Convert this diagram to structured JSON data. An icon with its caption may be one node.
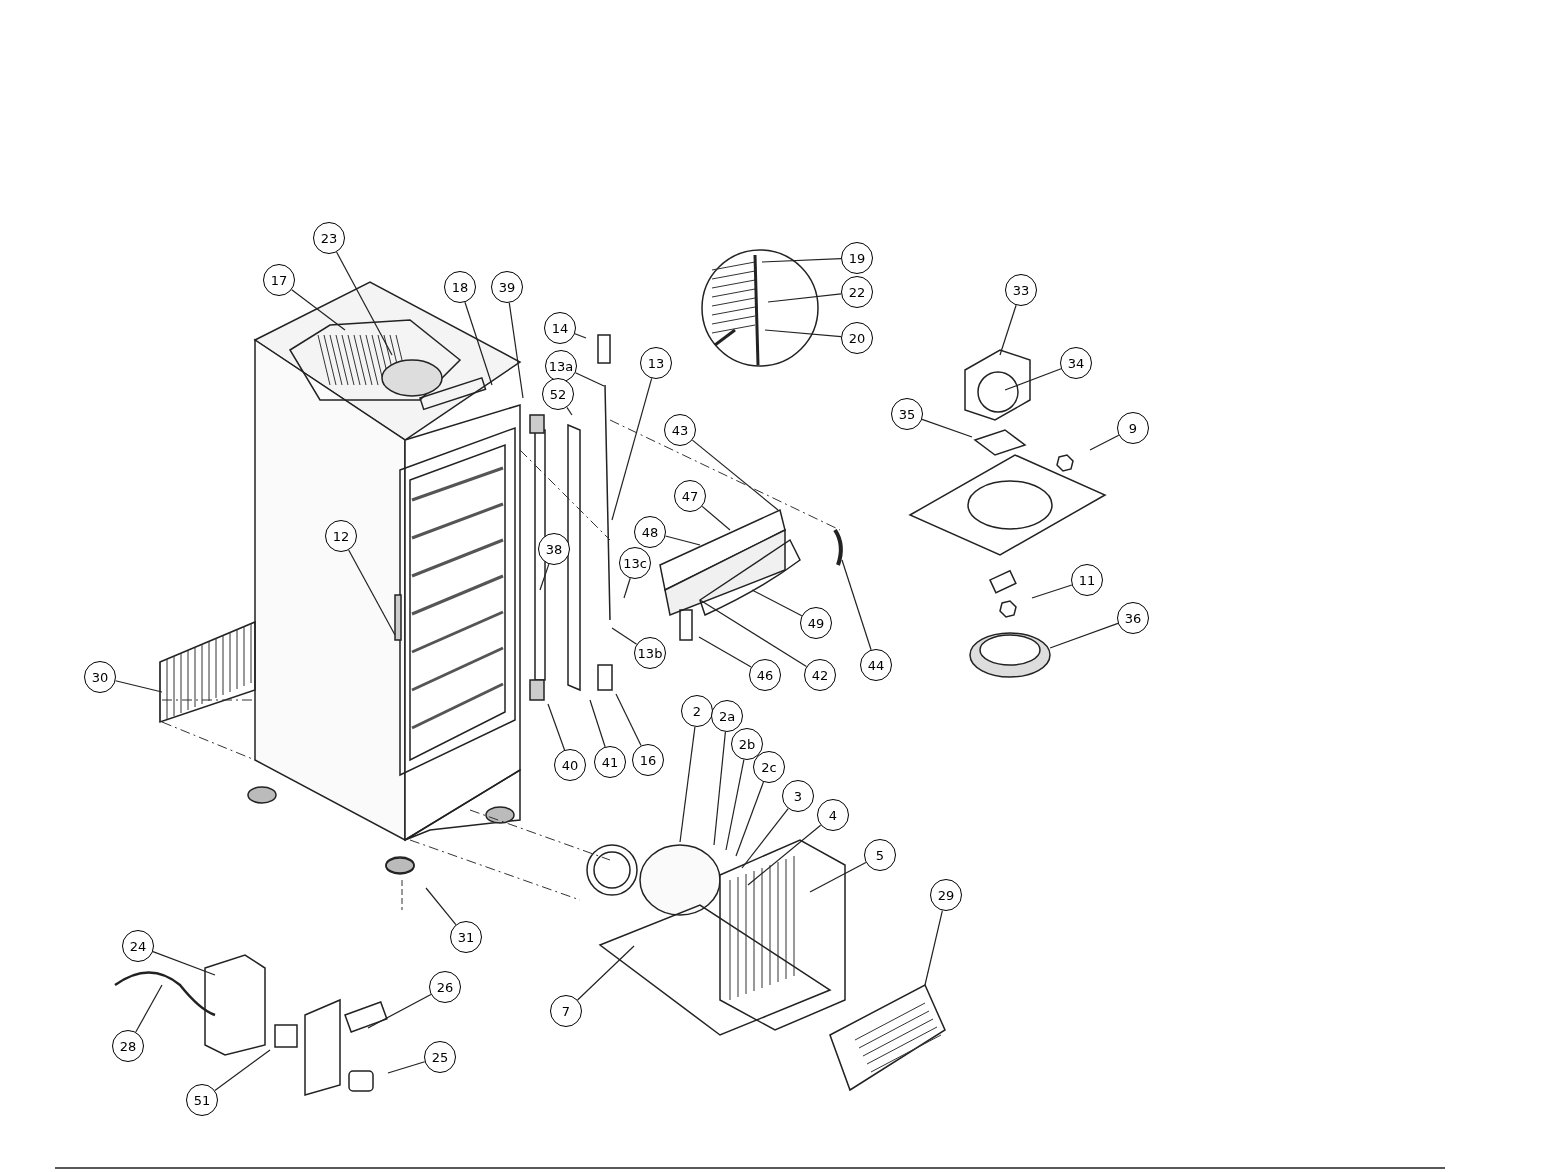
{
  "diagram": {
    "nodes": [
      {
        "text": [
          "23"
        ]
      },
      {
        "text": [
          "19"
        ]
      },
      {
        "text": [
          "17"
        ]
      },
      {
        "text": [
          "18"
        ]
      },
      {
        "text": [
          "39"
        ]
      },
      {
        "text": [
          "33"
        ]
      },
      {
        "text": [
          "22"
        ]
      },
      {
        "text": [
          "14"
        ]
      },
      {
        "text": [
          "20"
        ]
      },
      {
        "text": [
          "13"
        ]
      },
      {
        "text": [
          "34"
        ]
      },
      {
        "text": [
          "13a"
        ]
      },
      {
        "text": [
          "52"
        ]
      },
      {
        "text": [
          "35"
        ]
      },
      {
        "text": [
          "9"
        ]
      },
      {
        "text": [
          "43"
        ]
      },
      {
        "text": [
          "47"
        ]
      },
      {
        "text": [
          "48"
        ]
      },
      {
        "text": [
          "12"
        ]
      },
      {
        "text": [
          "38"
        ]
      },
      {
        "text": [
          "13c"
        ]
      },
      {
        "text": [
          "11"
        ]
      },
      {
        "text": [
          "36"
        ]
      },
      {
        "text": [
          "49"
        ]
      },
      {
        "text": [
          "13b"
        ]
      },
      {
        "text": [
          "46"
        ]
      },
      {
        "text": [
          "42"
        ]
      },
      {
        "text": [
          "44"
        ]
      },
      {
        "text": [
          "30"
        ]
      },
      {
        "text": [
          "2"
        ]
      },
      {
        "text": [
          "2a"
        ]
      },
      {
        "text": [
          "2b"
        ]
      },
      {
        "text": [
          "2c"
        ]
      },
      {
        "text": [
          "16"
        ]
      },
      {
        "text": [
          "41"
        ]
      },
      {
        "text": [
          "40"
        ]
      },
      {
        "text": [
          "3"
        ]
      },
      {
        "text": [
          "4"
        ]
      },
      {
        "text": [
          "5"
        ]
      },
      {
        "text": [
          "29"
        ]
      },
      {
        "text": [
          "31"
        ]
      },
      {
        "text": [
          "24"
        ]
      },
      {
        "text": [
          "26"
        ]
      },
      {
        "text": [
          "7"
        ]
      },
      {
        "text": [
          "28"
        ]
      },
      {
        "text": [
          "25"
        ]
      },
      {
        "text": [
          "51"
        ]
      }
    ],
    "edges": [
      {
        "from": 0,
        "to": null,
        "arrow": "none"
      },
      {
        "from": 1,
        "to": null,
        "arrow": "none"
      },
      {
        "from": 2,
        "to": null,
        "arrow": "none"
      },
      {
        "from": 3,
        "to": null,
        "arrow": "none"
      },
      {
        "from": 4,
        "to": null,
        "arrow": "none"
      },
      {
        "from": 5,
        "to": null,
        "arrow": "none"
      },
      {
        "from": 6,
        "to": null,
        "arrow": "none"
      },
      {
        "from": 7,
        "to": null,
        "arrow": "none"
      },
      {
        "from": 8,
        "to": null,
        "arrow": "none"
      },
      {
        "from": 9,
        "to": null,
        "arrow": "none"
      },
      {
        "from": 10,
        "to": null,
        "arrow": "none"
      },
      {
        "from": 11,
        "to": null,
        "arrow": "none"
      },
      {
        "from": 12,
        "to": null,
        "arrow": "none"
      },
      {
        "from": 13,
        "to": null,
        "arrow": "none"
      },
      {
        "from": 14,
        "to": null,
        "arrow": "none"
      },
      {
        "from": 15,
        "to": null,
        "arrow": "none"
      },
      {
        "from": 16,
        "to": null,
        "arrow": "none"
      },
      {
        "from": 17,
        "to": null,
        "arrow": "none"
      },
      {
        "from": 18,
        "to": null,
        "arrow": "none"
      },
      {
        "from": 19,
        "to": null,
        "arrow": "none"
      },
      {
        "from": 20,
        "to": null,
        "arrow": "none"
      },
      {
        "from": 21,
        "to": null,
        "arrow": "none"
      },
      {
        "from": 22,
        "to": null,
        "arrow": "none"
      },
      {
        "from": 23,
        "to": null,
        "arrow": "none"
      },
      {
        "from": 24,
        "to": null,
        "arrow": "none"
      },
      {
        "from": 25,
        "to": null,
        "arrow": "none"
      },
      {
        "from": 26,
        "to": null,
        "arrow": "none"
      },
      {
        "from": 27,
        "to": null,
        "arrow": "none"
      },
      {
        "from": 28,
        "to": null,
        "arrow": "none"
      },
      {
        "from": 29,
        "to": null,
        "arrow": "none"
      },
      {
        "from": 30,
        "to": null,
        "arrow": "none"
      },
      {
        "from": 31,
        "to": null,
        "arrow": "none"
      },
      {
        "from": 32,
        "to": null,
        "arrow": "none"
      },
      {
        "from": 33,
        "to": null,
        "arrow": "none"
      },
      {
        "from": 34,
        "to": null,
        "arrow": "none"
      },
      {
        "from": 35,
        "to": null,
        "arrow": "none"
      },
      {
        "from": 36,
        "to": null,
        "arrow": "none"
      },
      {
        "from": 37,
        "to": null,
        "arrow": "none"
      },
      {
        "from": 38,
        "to": null,
        "arrow": "none"
      },
      {
        "from": 39,
        "to": null,
        "arrow": "none"
      },
      {
        "from": 40,
        "to": null,
        "arrow": "none"
      },
      {
        "from": 41,
        "to": null,
        "arrow": "none"
      },
      {
        "from": 42,
        "to": null,
        "arrow": "none"
      },
      {
        "from": 43,
        "to": null,
        "arrow": "none"
      },
      {
        "from": 44,
        "to": null,
        "arrow": "none"
      },
      {
        "from": 45,
        "to": null,
        "arrow": "none"
      },
      {
        "from": 46,
        "to": null,
        "arrow": "none"
      }
    ]
  }
}
